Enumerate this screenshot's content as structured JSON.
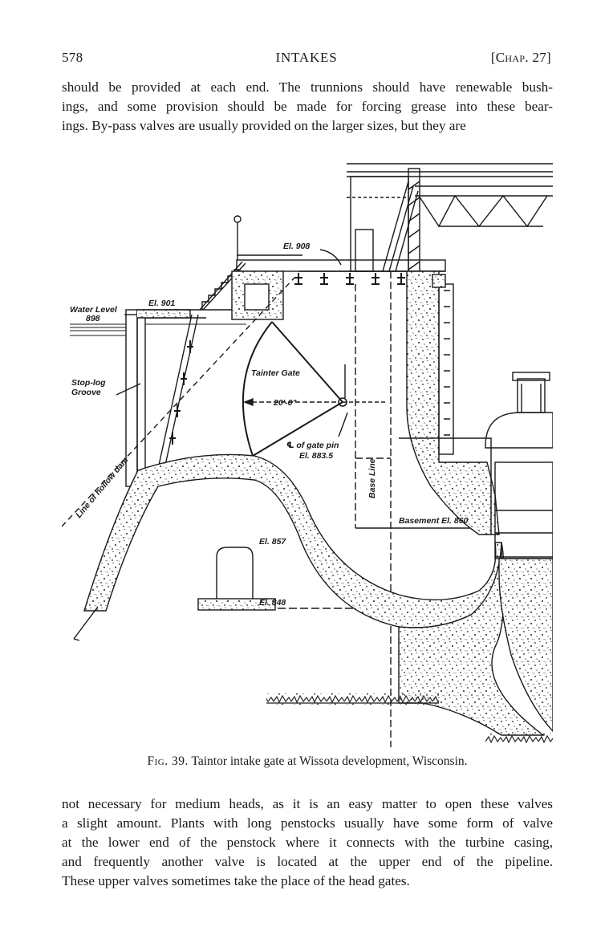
{
  "header": {
    "page_number": "578",
    "running_title": "INTAKES",
    "chapter": "[Chap. 27]"
  },
  "paragraph_top": [
    "should be provided at each end. The trunnions should have renewable bush-",
    "ings, and some provision should be made for forcing grease into these bear-",
    "ings. By-pass valves are usually provided on the larger sizes, but they are"
  ],
  "figure": {
    "labels": {
      "el_908": "El. 908",
      "el_901": "El. 901",
      "water_level": "Water Level",
      "water_level_value": "898",
      "stop_log_1": "Stop-log",
      "stop_log_2": "Groove",
      "tainter_gate": "Tainter Gate",
      "radius": "20'-0\"",
      "gate_pin_1": "℄ of gate pin",
      "gate_pin_2": "El. 883.5",
      "base_line": "Base Line",
      "line_of_hollow_dam": "Line of hollow dam",
      "basement": "Basement El. 860",
      "el_857": "El. 857",
      "el_848": "El. 848"
    }
  },
  "caption": {
    "prefix": "Fig. 39.",
    "text": "Taintor intake gate at Wissota development, Wisconsin."
  },
  "paragraph_bottom": [
    "not necessary for medium heads, as it is an easy matter to open these valves",
    "a slight amount. Plants with long penstocks usually have some form of valve",
    "at the lower end of the penstock where it connects with the turbine casing,",
    "and frequently another valve is located at the upper end of the pipeline.",
    "These upper valves sometimes take the place of the head gates."
  ]
}
